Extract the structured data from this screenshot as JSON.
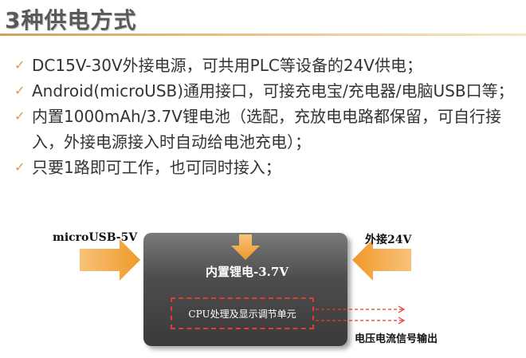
{
  "header": {
    "title": "3种供电方式"
  },
  "bullets": [
    "DC15V-30V外接电源，可共用PLC等设备的24V供电；",
    "Android(microUSB)通用接口，可接充电宝/充电器/电脑USB口等；",
    "内置1000mAh/3.7V锂电池（选配，充放电电路都保留，可自行接入，外接电源接入时自动给电池充电）；",
    "只要1路即可工作，也可同时接入；"
  ],
  "diagram": {
    "input_left": "microUSB-5V",
    "input_right": "外接24V",
    "battery": "内置锂电-3.7V",
    "cpu": "CPU处理及显示调节单元",
    "output": "电压电流信号输出"
  },
  "colors": {
    "accent_orange": "#f2a23a",
    "title_rule": "#d1a05c",
    "box_dark": "#3a3a3a",
    "dashed_red": "#e53935"
  }
}
